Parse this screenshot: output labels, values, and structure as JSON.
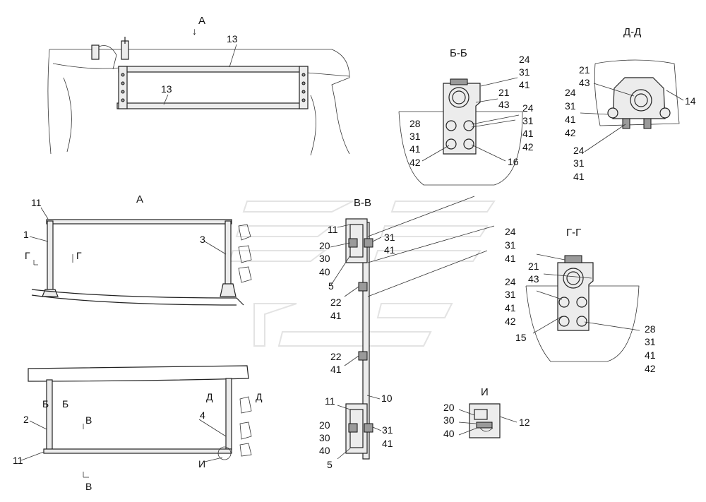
{
  "views": {
    "top_view": {
      "view_label": "А",
      "arrow": "↓",
      "upper_bar_label": "13",
      "lower_bar_label": "13"
    },
    "view_a": {
      "title": "А",
      "left_post_number": "11",
      "left_rod_number": "1",
      "section_g_left": "Г",
      "section_g_right": "Г",
      "right_post_number": "3"
    },
    "bottom_view": {
      "section_b_left": "Б",
      "section_b_right": "Б",
      "section_v_top": "В",
      "section_v_bottom": "В",
      "section_d_left": "Д",
      "section_d_right": "Д",
      "rod_number": "2",
      "post_number": "4",
      "corner_number": "11",
      "callout_label": "И"
    },
    "section_b": {
      "title": "Б-Б",
      "stack_top": [
        "24",
        "31",
        "41"
      ],
      "stack_mid": [
        "21",
        "43"
      ],
      "stack_right": [
        "24",
        "31",
        "41",
        "42"
      ],
      "stack_left": [
        "28",
        "31",
        "41",
        "42"
      ],
      "bracket_number": "16"
    },
    "section_d": {
      "title": "Д-Д",
      "stack_top": [
        "21",
        "43"
      ],
      "stack_left": [
        "24",
        "31",
        "41",
        "42"
      ],
      "stack_bottom": [
        "24",
        "31",
        "41"
      ],
      "bracket_number": "14"
    },
    "section_v": {
      "title": "В-В",
      "upper_left": [
        "11",
        "20",
        "30",
        "40",
        "5"
      ],
      "upper_right": [
        "31",
        "41"
      ],
      "mid_1": [
        "22",
        "41"
      ],
      "mid_2": [
        "22",
        "41"
      ],
      "rod_number": "10",
      "lower_left": [
        "11",
        "20",
        "30",
        "40",
        "5"
      ],
      "lower_right": [
        "31",
        "41"
      ]
    },
    "section_g": {
      "title": "Г-Г",
      "stack_top": [
        "24",
        "31",
        "41"
      ],
      "stack_mid": [
        "21",
        "43"
      ],
      "stack_left": [
        "24",
        "31",
        "41",
        "42"
      ],
      "bracket_number": "15",
      "stack_right": [
        "28",
        "31",
        "41",
        "42"
      ]
    },
    "detail_i": {
      "title": "И",
      "stack": [
        "20",
        "30",
        "40"
      ],
      "part_number": "12"
    }
  }
}
